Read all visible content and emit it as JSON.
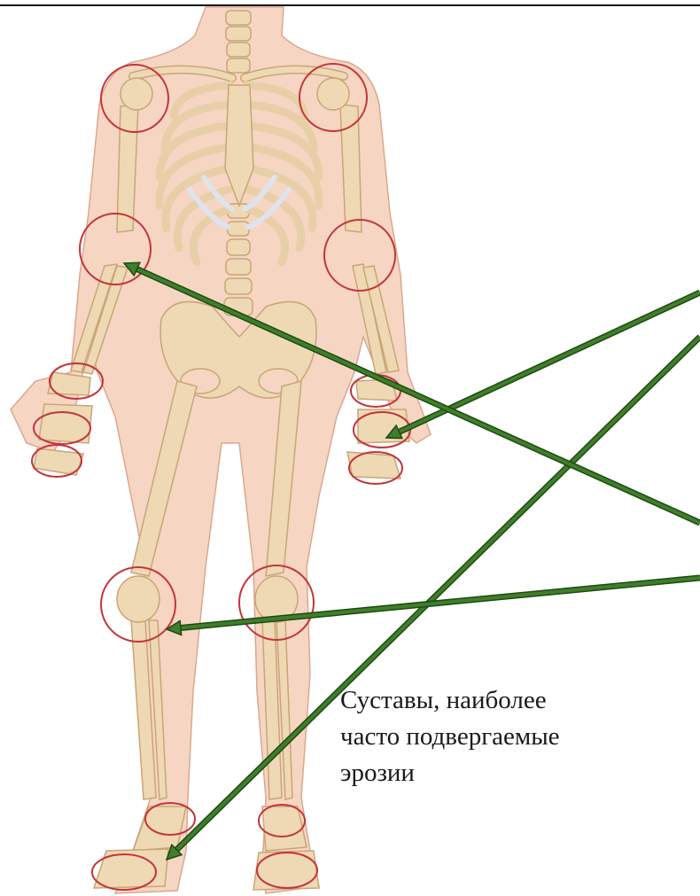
{
  "caption": {
    "lines": [
      "Суставы, наиболее",
      "часто подвергаемые",
      "эрозии"
    ]
  },
  "colors": {
    "background": "#ffffff",
    "skin": "#f6d6c2",
    "skin_outline": "#d9a891",
    "bone": "#efd9b4",
    "bone_shadow": "#d2b07e",
    "cartilage": "#dfe3ee",
    "joint_circle": "#c4343a",
    "arrow": "#3f7e2a",
    "arrow_outline": "#1f4a14"
  },
  "highlighted_joints": [
    "right-shoulder",
    "left-shoulder",
    "right-elbow",
    "left-elbow",
    "right-wrist",
    "right-knuckles",
    "right-fingertips",
    "left-wrist",
    "left-knuckles",
    "left-fingertips",
    "right-knee",
    "left-knee",
    "right-ankle",
    "left-ankle",
    "right-toes",
    "left-toes"
  ],
  "arrows": [
    {
      "name": "arrow-to-left-knuckles",
      "target": "left-knuckles"
    },
    {
      "name": "arrow-to-right-toes",
      "target": "right-toes"
    },
    {
      "name": "arrow-to-right-elbow",
      "target": "right-elbow"
    },
    {
      "name": "arrow-to-right-knee",
      "target": "right-knee"
    }
  ]
}
